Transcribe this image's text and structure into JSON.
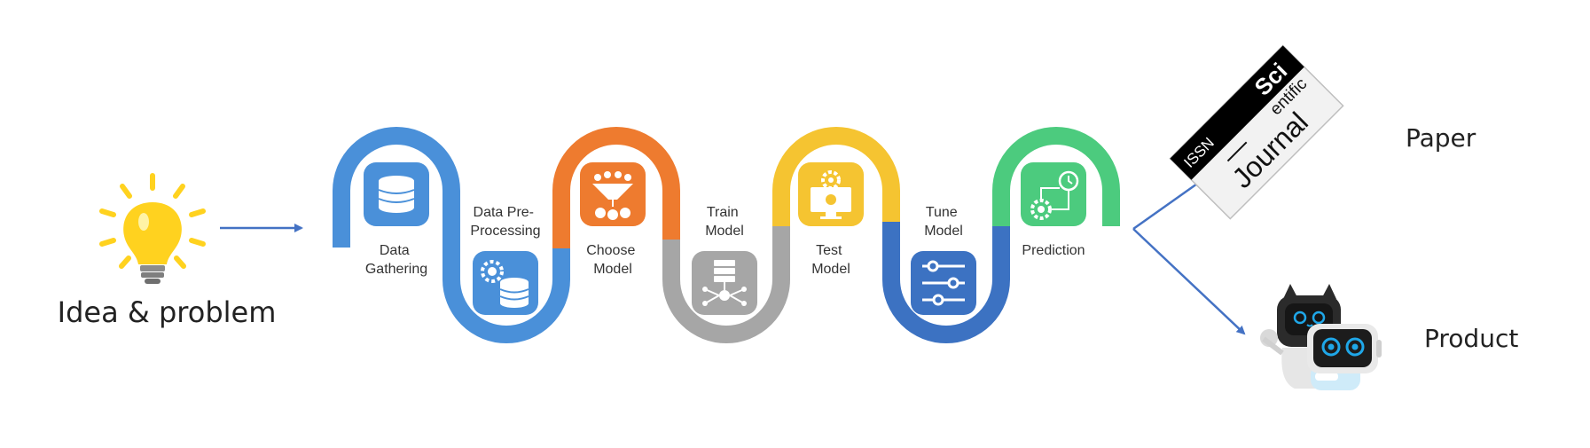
{
  "start": {
    "caption": "Idea & problem"
  },
  "steps": [
    {
      "label_lines": [
        "Data",
        "Gathering"
      ],
      "color": "#4A90D9",
      "icon": "database-icon"
    },
    {
      "label_lines": [
        "Data Pre-",
        "Processing"
      ],
      "color": "#4A90D9",
      "icon": "gear-database-icon"
    },
    {
      "label_lines": [
        "Choose",
        "Model"
      ],
      "color": "#EE7B2F",
      "icon": "funnel-icon"
    },
    {
      "label_lines": [
        "Train",
        "Model"
      ],
      "color": "#A6A6A6",
      "icon": "server-network-icon"
    },
    {
      "label_lines": [
        "Test",
        "Model"
      ],
      "color": "#F5C431",
      "icon": "monitor-gear-icon"
    },
    {
      "label_lines": [
        "Tune",
        "Model"
      ],
      "color": "#3C72C2",
      "icon": "sliders-icon"
    },
    {
      "label_lines": [
        "Prediction"
      ],
      "color": "#4CCB7E",
      "icon": "gear-clock-icon"
    }
  ],
  "journal": {
    "issn": "ISSN",
    "sci": "Sci",
    "entific": "entific",
    "journal": "Journal"
  },
  "outputs": {
    "paper": "Paper",
    "product": "Product"
  },
  "colors": {
    "arrow": "#4472C4",
    "bulb": "#FFD21F",
    "bulb_base": "#7F7F7F"
  }
}
